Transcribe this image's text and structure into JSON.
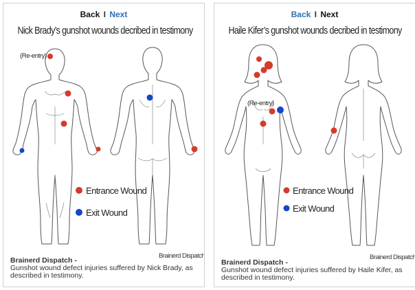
{
  "panels": [
    {
      "nav": {
        "back": "Back",
        "sep": "I",
        "next": "Next"
      },
      "title": "Nick Brady’s gunshot wounds decribed in testimony",
      "reentry_label": "(Re-entry)",
      "legend": {
        "entrance": "Entrance Wound",
        "exit": "Exit Wound"
      },
      "credit": "Brainerd Dispatch",
      "caption": {
        "title": "Brainerd Dispatch -",
        "text": "Gunshot wound defect injuries suffered by Nick Brady, as described in testimony."
      },
      "wound_counts": {
        "entrance": 5,
        "exit": 2
      }
    },
    {
      "nav": {
        "back": "Back",
        "sep": "I",
        "next": "Next"
      },
      "title": "Haile Kifer’s gunshot wounds decribed in testimony",
      "reentry_label": "(Re-entry)",
      "legend": {
        "entrance": "Entrance Wound",
        "exit": "Exit Wound"
      },
      "credit": "Brainerd Dispatch",
      "caption": {
        "title": "Brainerd Dispatch -",
        "text": "Gunshot wound defect injuries suffered by Haile Kifer, as described in testimony."
      },
      "wound_counts": {
        "entrance": 7,
        "exit": 1
      }
    }
  ],
  "colors": {
    "entrance": "#d63a2c",
    "exit": "#1646c9",
    "link": "#2c6fb3"
  }
}
